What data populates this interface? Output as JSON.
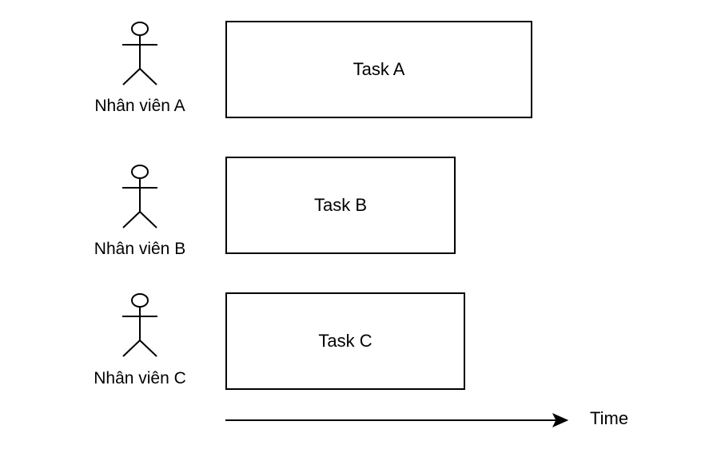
{
  "rows": [
    {
      "actor_label": "Nhân viên A",
      "task_label": "Task A"
    },
    {
      "actor_label": "Nhân viên B",
      "task_label": "Task B"
    },
    {
      "actor_label": "Nhân viên C",
      "task_label": "Task C"
    }
  ],
  "axis": {
    "label": "Time"
  },
  "colors": {
    "stroke": "#000000",
    "background": "#ffffff"
  }
}
